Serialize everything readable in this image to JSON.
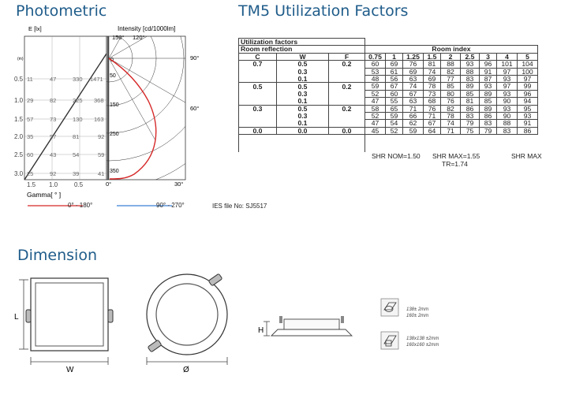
{
  "photometric": {
    "title": "Photometric",
    "e_label": "E [lx]",
    "intensity_label": "Intensity [cd/1000lm]",
    "top_angles": [
      "150°",
      "120°"
    ],
    "right_angles": [
      "90°",
      "60°"
    ],
    "bottom_angles": [
      "0°",
      "30°"
    ],
    "radial_labels": [
      "0",
      "50",
      "150",
      "250",
      "350"
    ],
    "m_label": "(m)",
    "rows": [
      {
        "h": "0.5",
        "vals": [
          "11",
          "47",
          "330",
          "1471"
        ]
      },
      {
        "h": "1.0",
        "vals": [
          "29",
          "82",
          "225",
          "368"
        ]
      },
      {
        "h": "1.5",
        "vals": [
          "57",
          "73",
          "130",
          "163"
        ]
      },
      {
        "h": "2.0",
        "vals": [
          "35",
          "57",
          "81",
          "92"
        ]
      },
      {
        "h": "2.5",
        "vals": [
          "60",
          "43",
          "54",
          "59"
        ]
      },
      {
        "h": "3.0",
        "vals": [
          "25",
          "92",
          "39",
          "41"
        ]
      }
    ],
    "x_ticks": [
      "1.5",
      "1.0",
      "0.5"
    ],
    "gamma_label": "Gamma[ ° ]",
    "legend": [
      {
        "label": "0° - 180°",
        "color": "#d62828"
      },
      {
        "label": "90° - 270°",
        "color": "#3b7fd4"
      }
    ],
    "ies_file": "IES file No: SJ5517"
  },
  "tm5": {
    "title": "TM5 Utilization Factors",
    "header1": "Utilization factors",
    "header2": "Room reflection",
    "room_index_label": "Room index",
    "col_c": "C",
    "col_w": "W",
    "col_f": "F",
    "room_indices": [
      "0.75",
      "1",
      "1.25",
      "1.5",
      "2",
      "2.5",
      "3",
      "4",
      "5"
    ],
    "rows": [
      {
        "c": "0.7",
        "w": "0.5",
        "f": "0.2",
        "vals": [
          "60",
          "69",
          "76",
          "81",
          "88",
          "93",
          "96",
          "101",
          "104"
        ]
      },
      {
        "c": "",
        "w": "0.3",
        "f": "",
        "vals": [
          "53",
          "61",
          "69",
          "74",
          "82",
          "88",
          "91",
          "97",
          "100"
        ]
      },
      {
        "c": "",
        "w": "0.1",
        "f": "",
        "vals": [
          "48",
          "56",
          "63",
          "69",
          "77",
          "83",
          "87",
          "93",
          "97"
        ]
      },
      {
        "c": "0.5",
        "w": "0.5",
        "f": "0.2",
        "vals": [
          "59",
          "67",
          "74",
          "78",
          "85",
          "89",
          "93",
          "97",
          "99"
        ]
      },
      {
        "c": "",
        "w": "0.3",
        "f": "",
        "vals": [
          "52",
          "60",
          "67",
          "73",
          "80",
          "85",
          "89",
          "93",
          "96"
        ]
      },
      {
        "c": "",
        "w": "0.1",
        "f": "",
        "vals": [
          "47",
          "55",
          "63",
          "68",
          "76",
          "81",
          "85",
          "90",
          "94"
        ]
      },
      {
        "c": "0.3",
        "w": "0.5",
        "f": "0.2",
        "vals": [
          "58",
          "65",
          "71",
          "76",
          "82",
          "86",
          "89",
          "93",
          "95"
        ]
      },
      {
        "c": "",
        "w": "0.3",
        "f": "",
        "vals": [
          "52",
          "59",
          "66",
          "71",
          "78",
          "83",
          "86",
          "90",
          "93"
        ]
      },
      {
        "c": "",
        "w": "0.1",
        "f": "",
        "vals": [
          "47",
          "54",
          "62",
          "67",
          "74",
          "79",
          "83",
          "88",
          "91"
        ]
      },
      {
        "c": "0.0",
        "w": "0.0",
        "f": "0.0",
        "vals": [
          "45",
          "52",
          "59",
          "64",
          "71",
          "75",
          "79",
          "83",
          "86"
        ]
      }
    ],
    "shr_nom": "SHR NOM=1.50",
    "shr_max_155": "SHR MAX=1.55",
    "tr": "TR=1.74",
    "shr_max": "SHR MAX"
  },
  "dimension": {
    "title": "Dimension",
    "l_label": "L",
    "w_label": "W",
    "diam_label": "Ø",
    "h_label": "H",
    "cutout_round_1": "138± 2mm",
    "cutout_round_2": "160± 2mm",
    "cutout_square_1": "138x138 ±2mm",
    "cutout_square_2": "160x160 ±2mm"
  }
}
